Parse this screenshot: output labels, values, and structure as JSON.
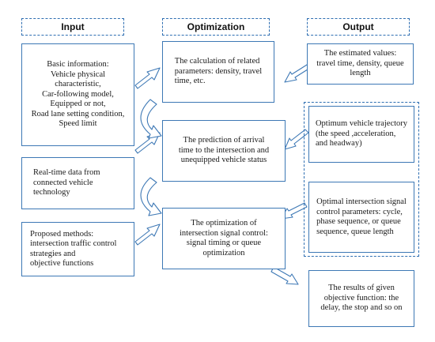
{
  "headers": {
    "input": "Input",
    "optimization": "Optimization",
    "output": "Output"
  },
  "input": {
    "basic_info": "Basic information:\nVehicle physical\ncharacteristic,\nCar-following model,\nEquipped or not,\nRoad lane setting condition,\nSpeed limit",
    "realtime": "Real-time data from\nconnected vehicle\ntechnology",
    "proposed": "Proposed methods:\nintersection  traffic control\nstrategies and\nobjective functions"
  },
  "optimization": {
    "calculation": "The calculation of related\nparameters: density, travel\ntime, etc.",
    "prediction": "The prediction  of arrival\ntime to the intersection  and\nunequipped  vehicle status",
    "signal": "The optimization  of\nintersection   signal control:\nsignal timing or queue\noptimization"
  },
  "output": {
    "estimated": "The estimated values:\ntravel time, density,   queue\nlength",
    "trajectory": "Optimum vehicle trajectory\n(the speed  ,acceleration,\nand headway)",
    "signal_params": "Optimal intersection signal\ncontrol parameters: cycle,\nphase sequence,  or queue\nsequence,  queue length",
    "results": "The results of given\nobjective function:  the\ndelay, the stop and so on"
  }
}
